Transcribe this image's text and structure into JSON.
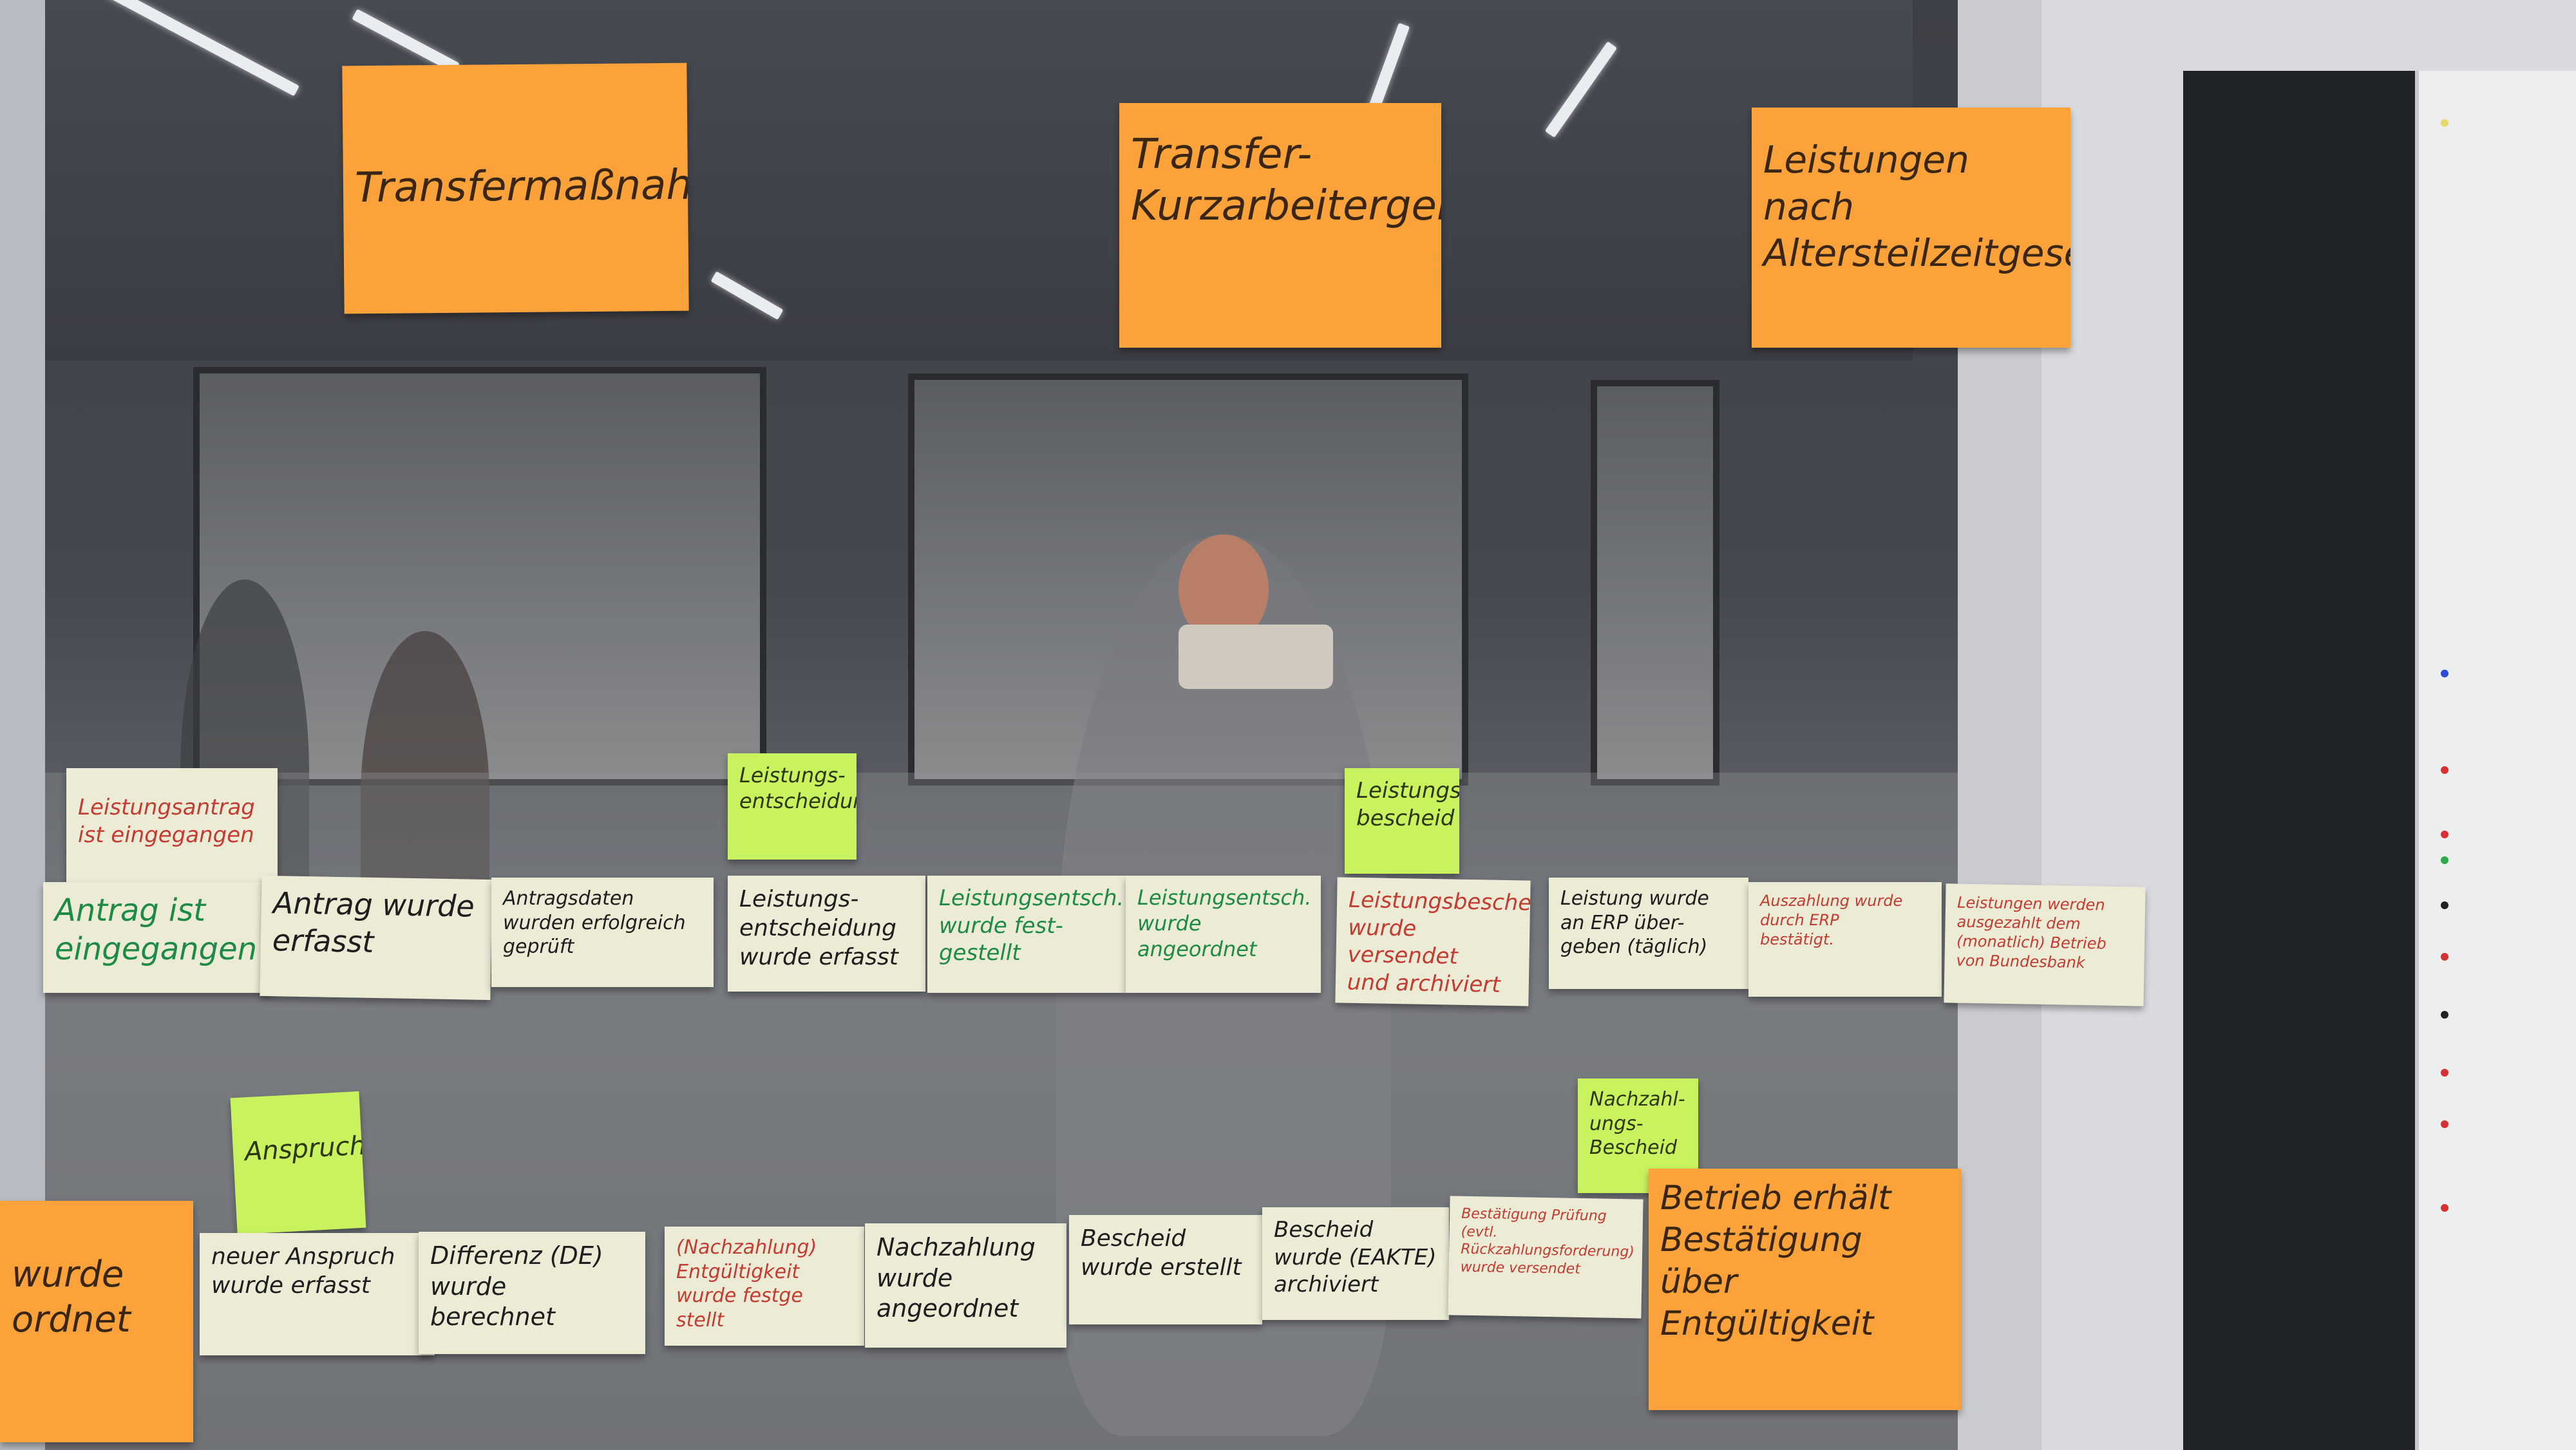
{
  "headers": [
    {
      "id": "header-transfermassnahmen",
      "text": "Transfermaßnahmen"
    },
    {
      "id": "header-transfer-kurzarbeitergeld",
      "text": "Transfer-\nKurzarbeitergeld"
    },
    {
      "id": "header-altersteilzeit",
      "text": "Leistungen nach\nAltersteilzeitgesetz"
    }
  ],
  "labels": {
    "leistungsentscheidung": "Leistungs-\nentscheidung",
    "leistungsbescheid": "Leistungs-\nbescheid",
    "anspruch": "Anspruch",
    "nachzahlungsbescheid": "Nachzahl-\nungs-\nBescheid"
  },
  "row1": [
    {
      "text": "Leistungsantrag\nist eingegangen",
      "color": "#c43b32"
    },
    {
      "text": "Antrag ist\neingegangen",
      "color": "#1d8a45"
    },
    {
      "text": "Antrag wurde\nerfasst",
      "color": "#1e1e1e"
    },
    {
      "text": "Antragsdaten\nwurden erfolgreich\ngeprüft",
      "color": "#1e1e1e"
    },
    {
      "text": "Leistungs-\nentscheidung\nwurde erfasst",
      "color": "#1e1e1e"
    },
    {
      "text": "Leistungsentsch.\nwurde fest-\ngestellt",
      "color": "#1d8a45"
    },
    {
      "text": "Leistungsentsch.\nwurde angeordnet",
      "color": "#1d8a45"
    },
    {
      "text": "Leistungsbescheid\nwurde versendet\nund archiviert",
      "color": "#c43b32"
    },
    {
      "text": "Leistung wurde\nan ERP über-\ngeben (täglich)",
      "color": "#1e1e1e"
    },
    {
      "text": "Auszahlung wurde\ndurch ERP\nbestätigt.",
      "color": "#c43b32"
    },
    {
      "text": "Leistungen werden\nausgezahlt dem\n(monatlich) Betrieb\nvon Bundesbank",
      "color": "#c43b32"
    }
  ],
  "row2": [
    {
      "text": "wurde\nordnet",
      "color": "#3a2614"
    },
    {
      "text": "neuer Anspruch\nwurde erfasst",
      "color": "#1e1e1e"
    },
    {
      "text": "Differenz (DE)\nwurde berechnet",
      "color": "#1e1e1e"
    },
    {
      "text": "(Nachzahlung)\nEntgültigkeit\nwurde festge\nstellt",
      "color": "#c43b32"
    },
    {
      "text": "Nachzahlung\nwurde angeordnet",
      "color": "#1e1e1e"
    },
    {
      "text": "Bescheid\nwurde erstellt",
      "color": "#1e1e1e"
    },
    {
      "text": "Bescheid\nwurde (EAKTE)\narchiviert",
      "color": "#1e1e1e"
    },
    {
      "text": "Bestätigung Prüfung\n(evtl. Rückzahlungsforderung)\nwurde versendet",
      "color": "#c43b32"
    },
    {
      "text": "Betrieb erhält\nBestätigung über\nEntgültigkeit",
      "color": "#3a2614"
    }
  ]
}
